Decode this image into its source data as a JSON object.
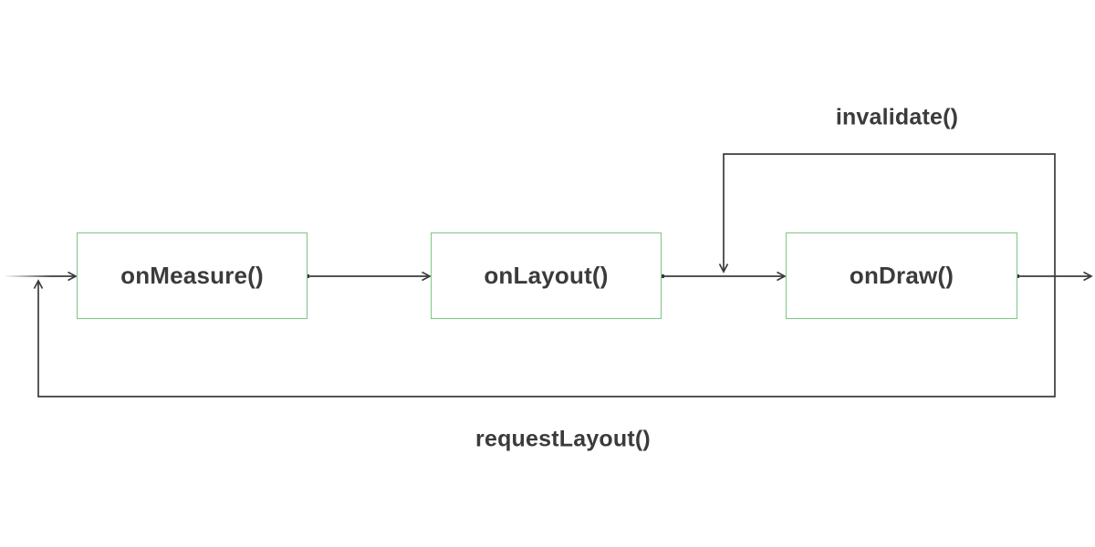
{
  "diagram": {
    "nodes": [
      {
        "label": "onMeasure()"
      },
      {
        "label": "onLayout()"
      },
      {
        "label": "onDraw()"
      }
    ],
    "edge_labels": {
      "invalidate": "invalidate()",
      "request_layout": "requestLayout()"
    },
    "colors": {
      "node_border": "#7fc583",
      "connector": "#3c3c3c",
      "text": "#3b3b3b",
      "background": "#ffffff"
    }
  }
}
